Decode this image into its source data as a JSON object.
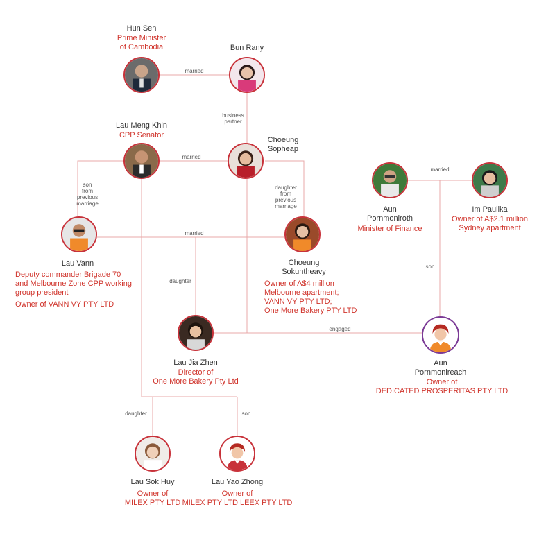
{
  "colors": {
    "line": "#e8a9a9",
    "accent": "#d0342c",
    "text": "#333333",
    "node_border": "#c8323a",
    "node_border_alt": "#7b3a96"
  },
  "people": {
    "hun_sen": {
      "name": [
        "Hun Sen"
      ],
      "role": [
        "Prime Minister",
        "of Cambodia"
      ]
    },
    "bun_rany": {
      "name": [
        "Bun Rany"
      ],
      "role": []
    },
    "lau_meng_khin": {
      "name": [
        "Lau Meng Khin"
      ],
      "role": [
        "CPP Senator"
      ]
    },
    "choeung_sopheap": {
      "name": [
        "Choeung",
        "Sopheap"
      ],
      "role": []
    },
    "aun_pornmoniroth": {
      "name": [
        "Aun",
        "Pornmoniroth"
      ],
      "role": [
        "Minister of Finance"
      ]
    },
    "im_paulika": {
      "name": [
        "Im Paulika"
      ],
      "role": [
        "Owner of A$2.1 million",
        "Sydney apartment"
      ]
    },
    "lau_vann": {
      "name": [
        "Lau Vann"
      ],
      "role": [
        "Deputy commander Brigade 70",
        "and Melbourne Zone CPP working",
        "group president"
      ],
      "role2": [
        "Owner of VANN VY PTY LTD"
      ]
    },
    "choeung_sokuntheavy": {
      "name": [
        "Choeung",
        "Sokuntheavy"
      ],
      "role": [
        "Owner of A$4 million",
        "Melbourne apartment;",
        "VANN VY PTY LTD;",
        "One More Bakery PTY LTD"
      ]
    },
    "lau_jia_zhen": {
      "name": [
        "Lau Jia Zhen"
      ],
      "role": [
        "Director of",
        "One More Bakery Pty Ltd"
      ]
    },
    "aun_pornmonireach": {
      "name": [
        "Aun",
        "Pornmonireach"
      ],
      "role": [
        "Owner of",
        "DEDICATED PROSPERITAS PTY LTD"
      ]
    },
    "lau_sok_huy": {
      "name": [
        "Lau Sok Huy"
      ],
      "role": [
        "Owner of",
        "MILEX PTY LTD"
      ]
    },
    "lau_yao_zhong": {
      "name": [
        "Lau Yao Zhong"
      ],
      "role": [
        "Owner of",
        "MILEX PTY LTD LEEX PTY LTD"
      ]
    }
  },
  "relations": {
    "hs_br": [
      "married"
    ],
    "br_cs": [
      "business",
      "partner"
    ],
    "lmk_cs": [
      "married"
    ],
    "lmk_lv": [
      "son",
      "from",
      "previous",
      "marriage"
    ],
    "cs_csk": [
      "daughter",
      "from",
      "previous",
      "marriage"
    ],
    "lv_csk": [
      "married"
    ],
    "ljz_parents": [
      "daughter"
    ],
    "ap_ip": [
      "married"
    ],
    "ap_son": [
      "son"
    ],
    "ljz_apr": [
      "engaged"
    ],
    "lsh": [
      "daughter"
    ],
    "lyz": [
      "son"
    ]
  }
}
